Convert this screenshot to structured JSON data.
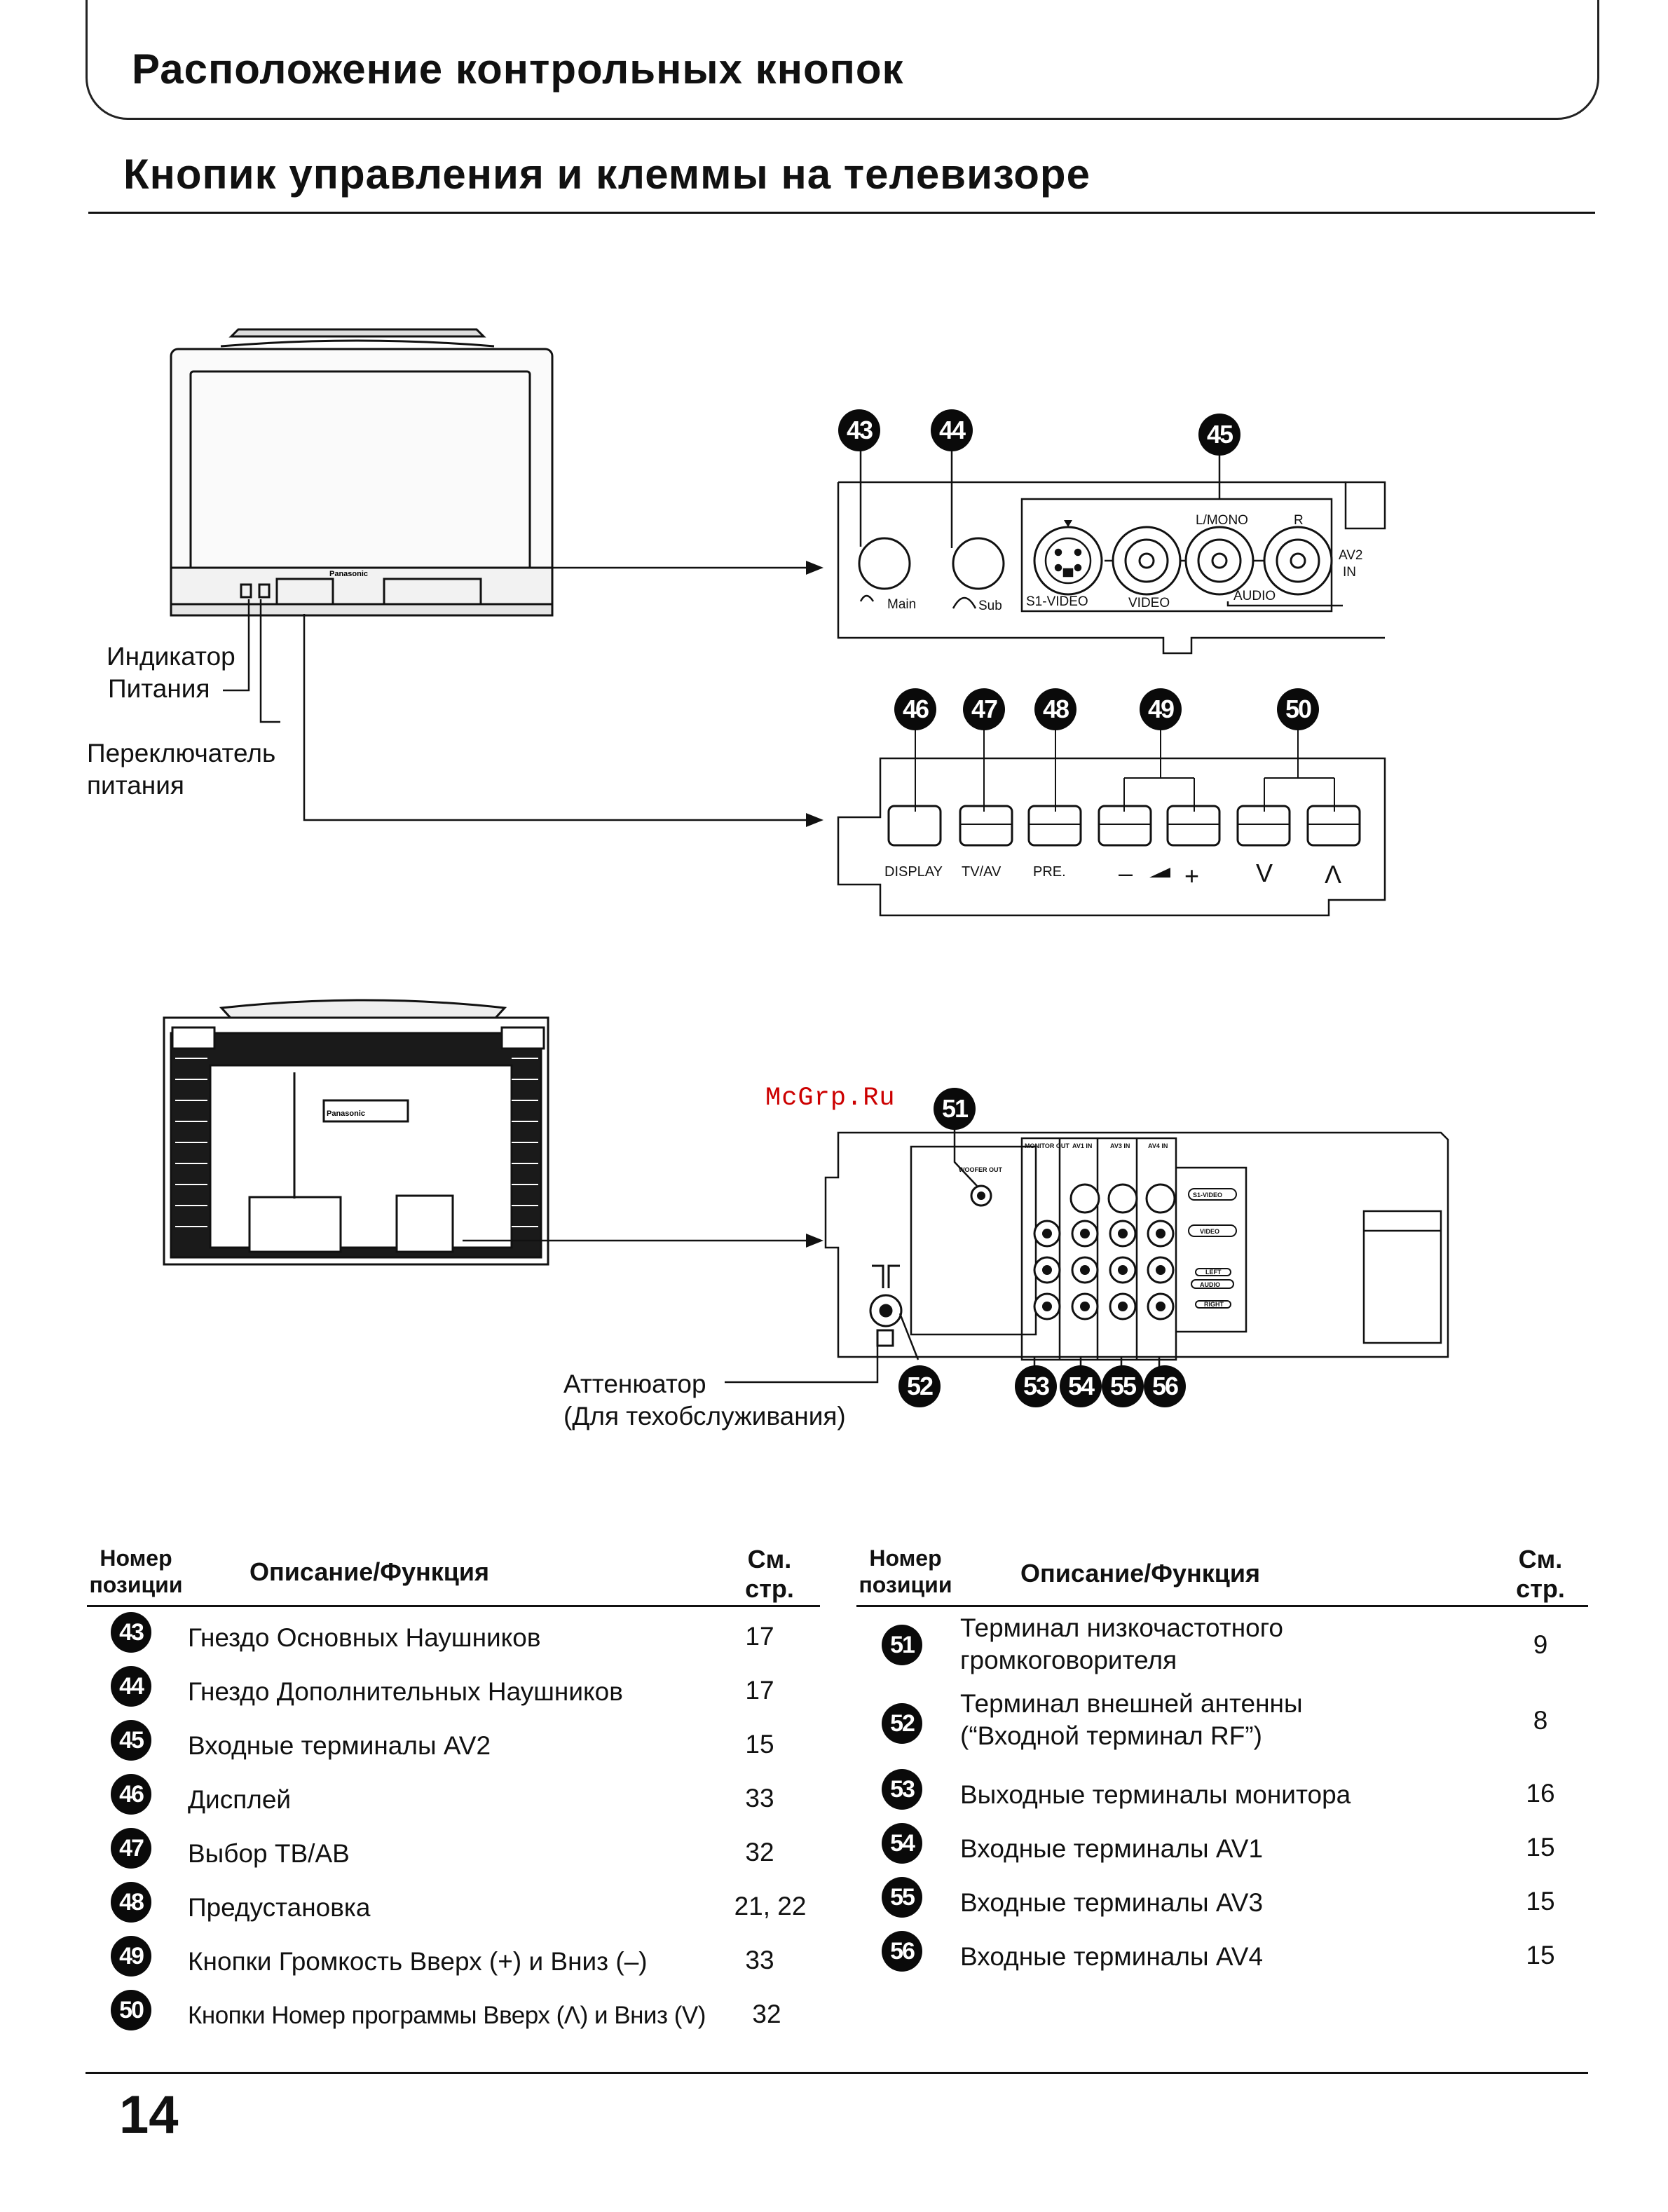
{
  "header": {
    "section_title": "Расположение контрольных кнопок",
    "subtitle": "Кнопик управления и клеммы на телевизоре"
  },
  "diagram_front": {
    "brand_on_tv": "Panasonic",
    "label_power_indicator": [
      "Индикатор",
      "Питания"
    ],
    "label_power_switch": [
      "Переключатель",
      "питания"
    ],
    "callouts_top": [
      "43",
      "44",
      "45"
    ],
    "jack_labels": {
      "main": "Main",
      "sub": "Sub",
      "lmono": "L/MONO",
      "r": "R",
      "s1video": "S1-VIDEO",
      "video": "VIDEO",
      "audio": "AUDIO",
      "av2": "AV2",
      "in": "IN"
    },
    "callouts_buttons": [
      "46",
      "47",
      "48",
      "49",
      "50"
    ],
    "button_labels": {
      "display": "DISPLAY",
      "tvav": "TV/AV",
      "pre": "PRE.",
      "minus": "–",
      "plus": "+",
      "down": "V",
      "up": "Λ"
    }
  },
  "diagram_rear": {
    "brand_on_tv": "Panasonic",
    "watermark": "McGrp.Ru",
    "callouts": [
      "51",
      "52",
      "53",
      "54",
      "55",
      "56"
    ],
    "rear_labels": {
      "woofer": "WOOFER OUT",
      "monitor_out": "MONITOR OUT",
      "av1_in": "AV1 IN",
      "av3_in": "AV3 IN",
      "av4_in": "AV4 IN",
      "s1video": "S1-VIDEO",
      "video": "VIDEO",
      "left": "LEFT",
      "audio": "AUDIO",
      "right": "RIGHT"
    },
    "label_attenuator": [
      "Аттенюатор",
      "(Для техобслуживания)"
    ]
  },
  "table_left": {
    "col_num": [
      "Номер",
      "позиции"
    ],
    "col_desc": "Описание/Функция",
    "col_page": [
      "См.",
      "стр."
    ],
    "rows": [
      {
        "num": "43",
        "desc": "Гнездо Основных Наушников",
        "page": "17"
      },
      {
        "num": "44",
        "desc": "Гнездо Дополнительных Наушников",
        "page": "17"
      },
      {
        "num": "45",
        "desc": "Входные терминалы AV2",
        "page": "15"
      },
      {
        "num": "46",
        "desc": "Дисплей",
        "page": "33"
      },
      {
        "num": "47",
        "desc": "Выбор ТВ/АВ",
        "page": "32"
      },
      {
        "num": "48",
        "desc": "Предустановка",
        "page": "21, 22"
      },
      {
        "num": "49",
        "desc": "Кнопки Громкость Вверх (+) и Вниз (–)",
        "page": "33"
      },
      {
        "num": "50",
        "desc": "Кнопки Номер программы Вверх (Λ) и Вниз (V)",
        "page": "32"
      }
    ]
  },
  "table_right": {
    "col_num": [
      "Номер",
      "позиции"
    ],
    "col_desc": "Описание/Функция",
    "col_page": [
      "См.",
      "стр."
    ],
    "rows": [
      {
        "num": "51",
        "desc": "Терминал низкочастотного громкоговорителя",
        "page": "9"
      },
      {
        "num": "52",
        "desc": "Терминал внешней антенны (“Входной терминал RF”)",
        "page": "8"
      },
      {
        "num": "53",
        "desc": "Выходные терминалы монитора",
        "page": "16"
      },
      {
        "num": "54",
        "desc": "Входные терминалы AV1",
        "page": "15"
      },
      {
        "num": "55",
        "desc": "Входные терминалы AV3",
        "page": "15"
      },
      {
        "num": "56",
        "desc": "Входные терминалы AV4",
        "page": "15"
      }
    ]
  },
  "page_number": "14"
}
